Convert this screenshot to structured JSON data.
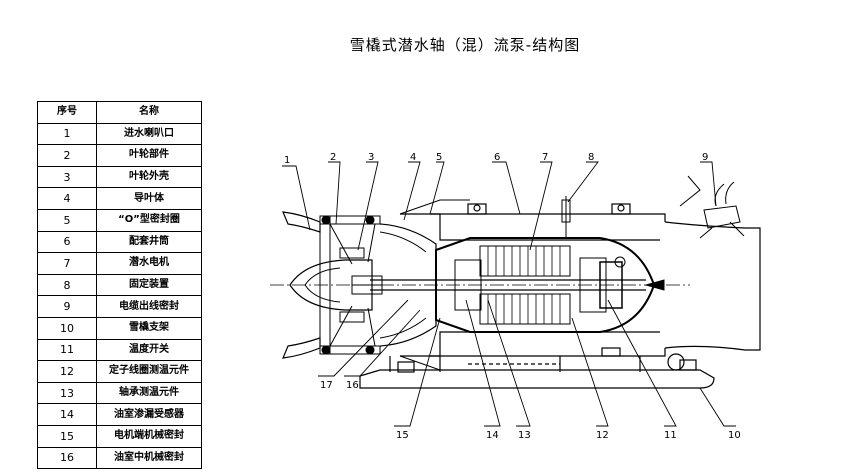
{
  "title": "雪橇式潜水轴（混）流泵-结构图",
  "table": {
    "headers": [
      "序号",
      "名称"
    ],
    "rows": [
      {
        "no": "1",
        "name": "进水喇叭口"
      },
      {
        "no": "2",
        "name": "叶轮部件"
      },
      {
        "no": "3",
        "name": "叶轮外壳"
      },
      {
        "no": "4",
        "name": "导叶体"
      },
      {
        "no": "5",
        "name": "“O”型密封圈"
      },
      {
        "no": "6",
        "name": "配套井筒"
      },
      {
        "no": "7",
        "name": "潜水电机"
      },
      {
        "no": "8",
        "name": "固定装置"
      },
      {
        "no": "9",
        "name": "电缆出线密封"
      },
      {
        "no": "10",
        "name": "雪橇支架"
      },
      {
        "no": "11",
        "name": "温度开关"
      },
      {
        "no": "12",
        "name": "定子线圈测温元件"
      },
      {
        "no": "13",
        "name": "轴承测温元件"
      },
      {
        "no": "14",
        "name": "油室渗漏受感器"
      },
      {
        "no": "15",
        "name": "电机端机械密封"
      },
      {
        "no": "16",
        "name": "油室中机械密封"
      }
    ]
  },
  "callouts": [
    "1",
    "2",
    "3",
    "4",
    "5",
    "6",
    "7",
    "8",
    "9",
    "10",
    "11",
    "12",
    "13",
    "14",
    "15",
    "16",
    "17"
  ]
}
